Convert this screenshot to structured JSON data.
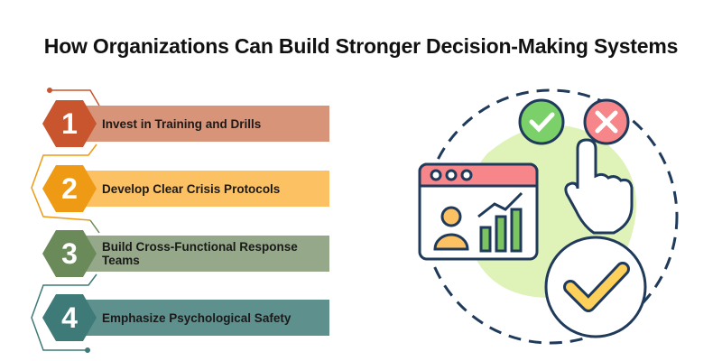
{
  "title": "How Organizations Can Build Stronger Decision-Making Systems",
  "steps": [
    {
      "number": "1",
      "label": "Invest in Training and Drills",
      "hex_color": "#c8552e",
      "bar_color": "#d89479"
    },
    {
      "number": "2",
      "label": "Develop Clear Crisis Protocols",
      "hex_color": "#ee9a14",
      "bar_color": "#fcc163"
    },
    {
      "number": "3",
      "label": "Build Cross-Functional Response Teams",
      "hex_color": "#6a8a5a",
      "bar_color": "#95a98a"
    },
    {
      "number": "4",
      "label": "Emphasize Psychological Safety",
      "hex_color": "#3d7a78",
      "bar_color": "#5e918d"
    }
  ],
  "illustration": {
    "icons": [
      "check-icon",
      "cross-icon",
      "pointer-hand-icon",
      "dashboard-window-icon",
      "big-check-icon"
    ]
  }
}
